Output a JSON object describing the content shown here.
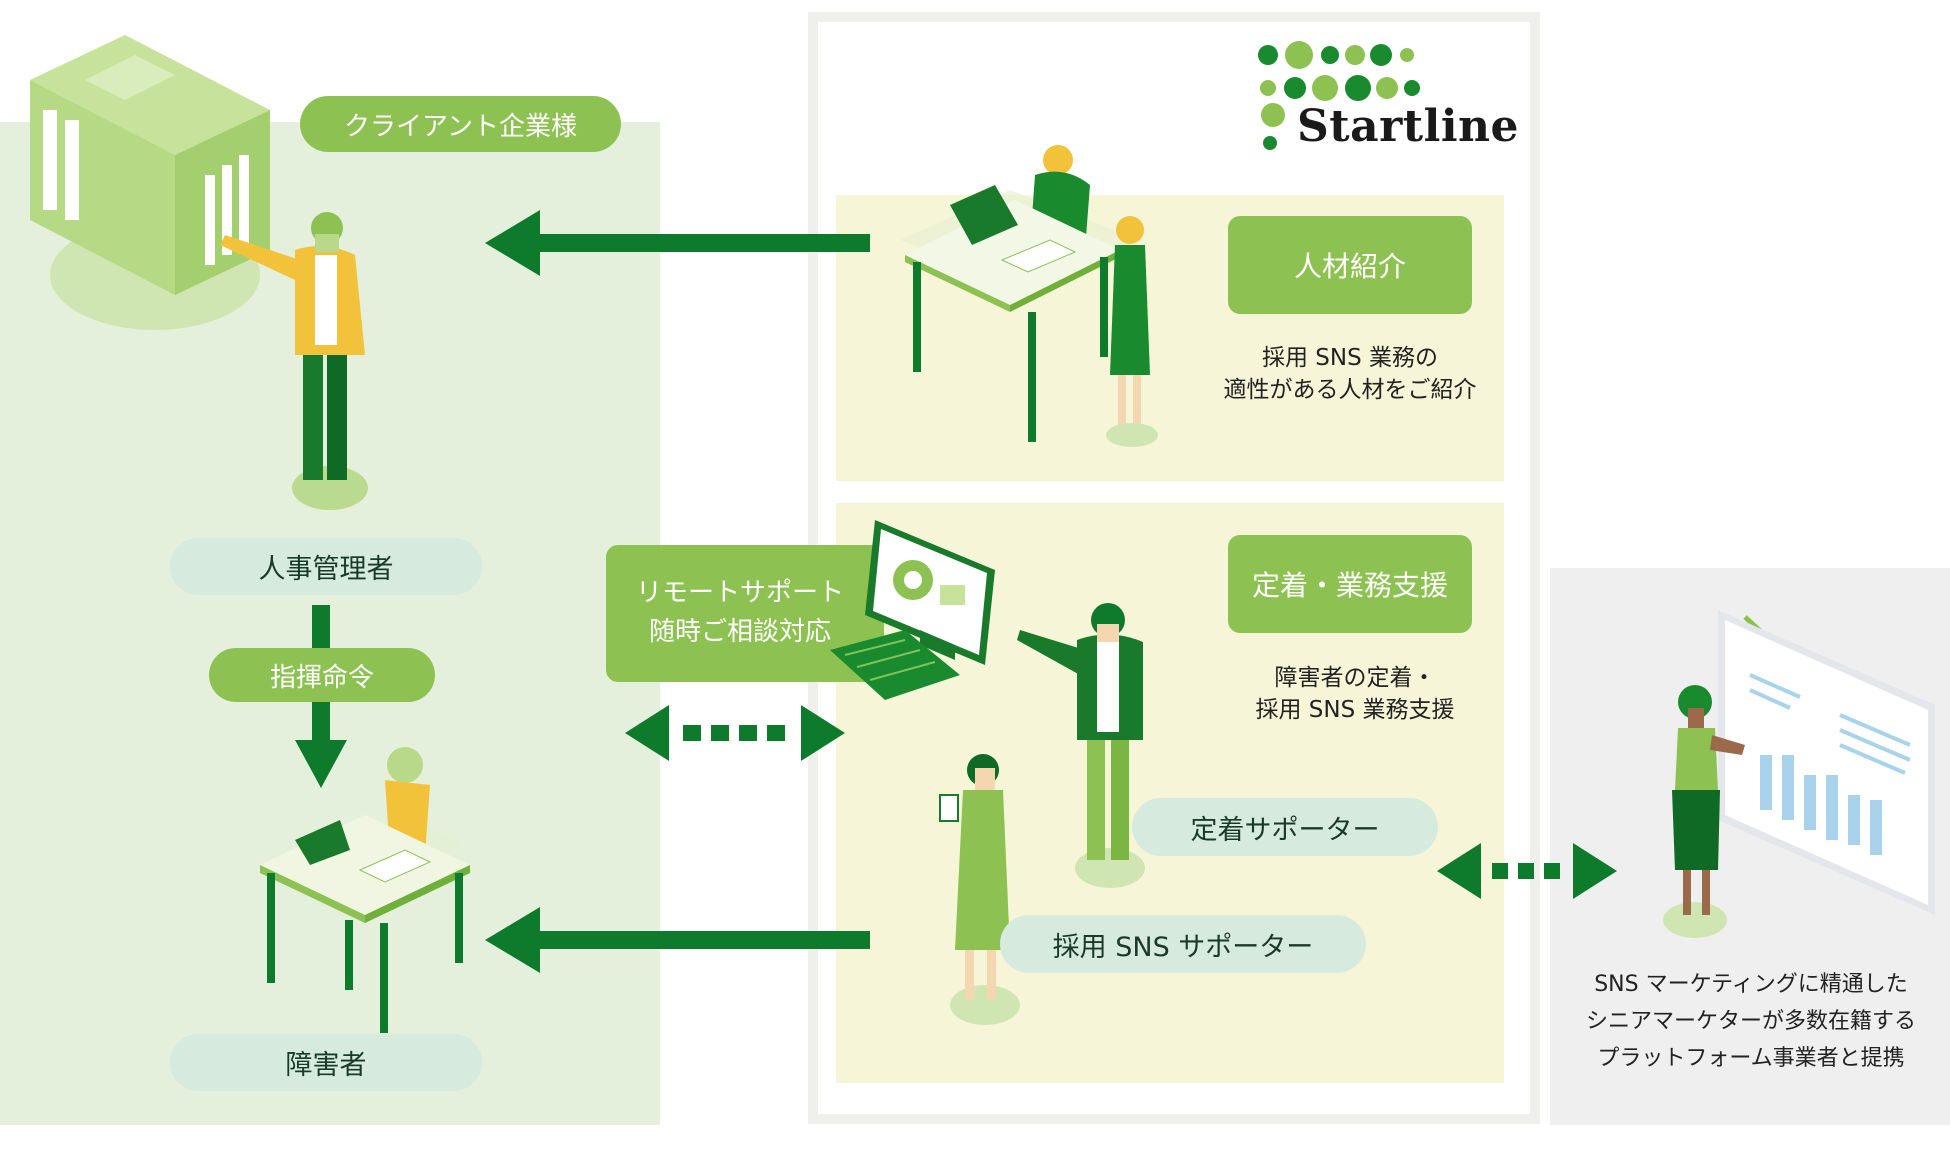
{
  "colors": {
    "client_bg": "#e4f0db",
    "center_frame": "#f0f0ee",
    "center_inner": "#ffffff",
    "cream": "#f7f5d8",
    "platform_bg": "#efefef",
    "dark_green": "#0e7a2c",
    "mid_green": "#8dc253",
    "pale_teal": "#d6ebdd"
  },
  "logo": {
    "text": "Startline"
  },
  "client": {
    "label": "クライアント企業様",
    "hr_manager": "人事管理者",
    "instruction": "指揮命令",
    "disabled_person": "障害者"
  },
  "remote_support": {
    "line1": "リモートサポート",
    "line2": "随時ご相談対応"
  },
  "recruitment": {
    "title": "人材紹介",
    "desc_line1": "採用 SNS 業務の",
    "desc_line2": "適性がある人材をご紹介"
  },
  "support": {
    "title": "定着・業務支援",
    "desc_line1": "障害者の定着・",
    "desc_line2": "採用 SNS 業務支援",
    "retention_supporter": "定着サポーター",
    "sns_supporter": "採用 SNS サポーター"
  },
  "platform": {
    "line1": "SNS マーケティングに精通した",
    "line2": "シニアマーケターが多数在籍する",
    "line3": "プラットフォーム事業者と提携"
  }
}
